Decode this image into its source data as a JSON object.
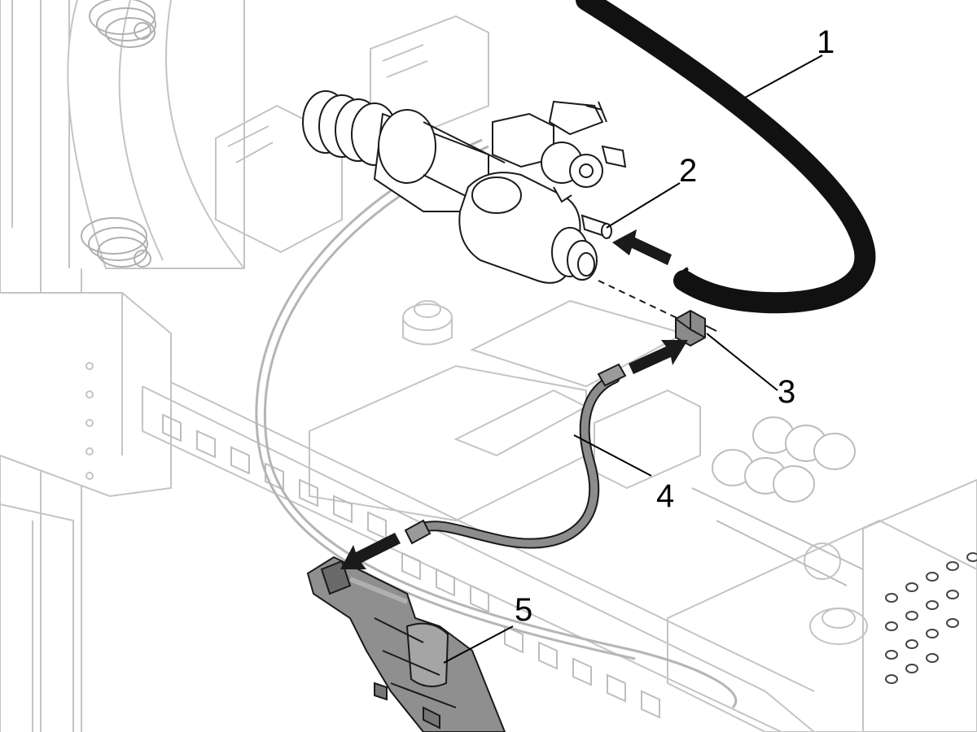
{
  "callouts": [
    {
      "id": "1",
      "label": "1"
    },
    {
      "id": "2",
      "label": "2"
    },
    {
      "id": "3",
      "label": "3"
    },
    {
      "id": "4",
      "label": "4"
    },
    {
      "id": "5",
      "label": "5"
    }
  ],
  "colors": {
    "line_gray": "#b8b8b8",
    "machine_gray": "#cfcfcf",
    "part_dark": "#1a1a1a",
    "part_mid": "#8a8a8a",
    "hose": "#6f6f6f",
    "arrow": "#1a1a1a",
    "tubing_black": "#111111"
  }
}
